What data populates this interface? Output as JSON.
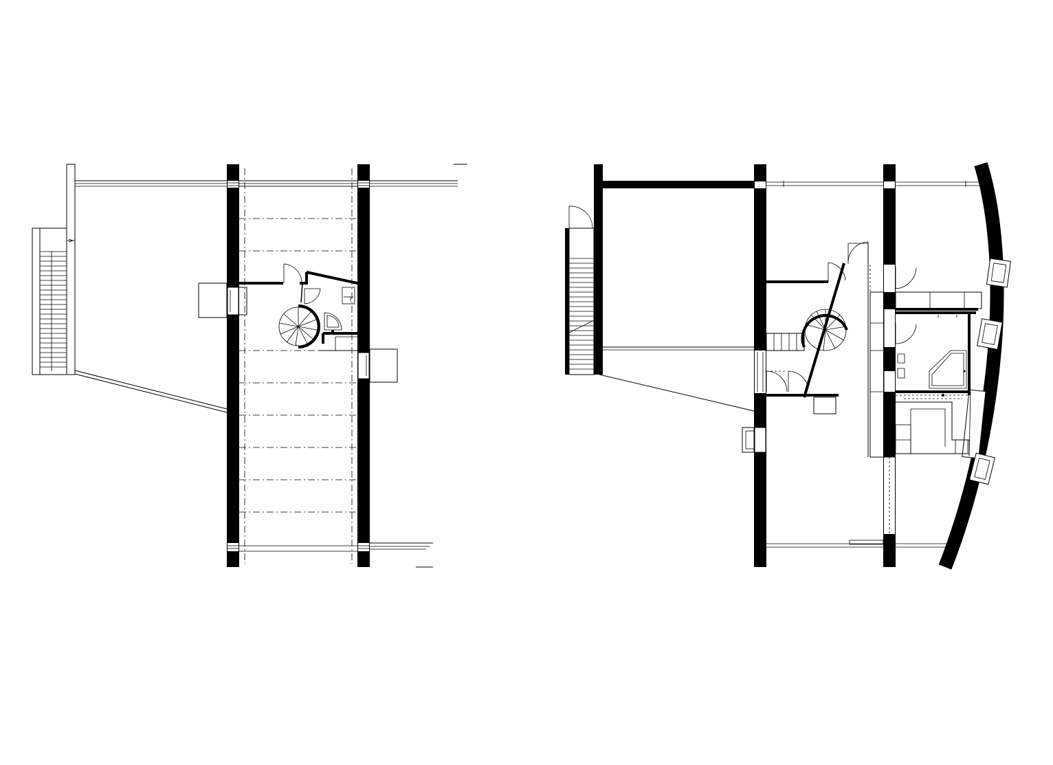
{
  "drawing": {
    "type": "architectural-floor-plan",
    "plans": [
      {
        "id": "left-plan",
        "description_visible_text": ""
      },
      {
        "id": "right-plan",
        "description_visible_text": ""
      }
    ],
    "colors": {
      "background": "#ffffff",
      "ink": "#000000"
    }
  }
}
